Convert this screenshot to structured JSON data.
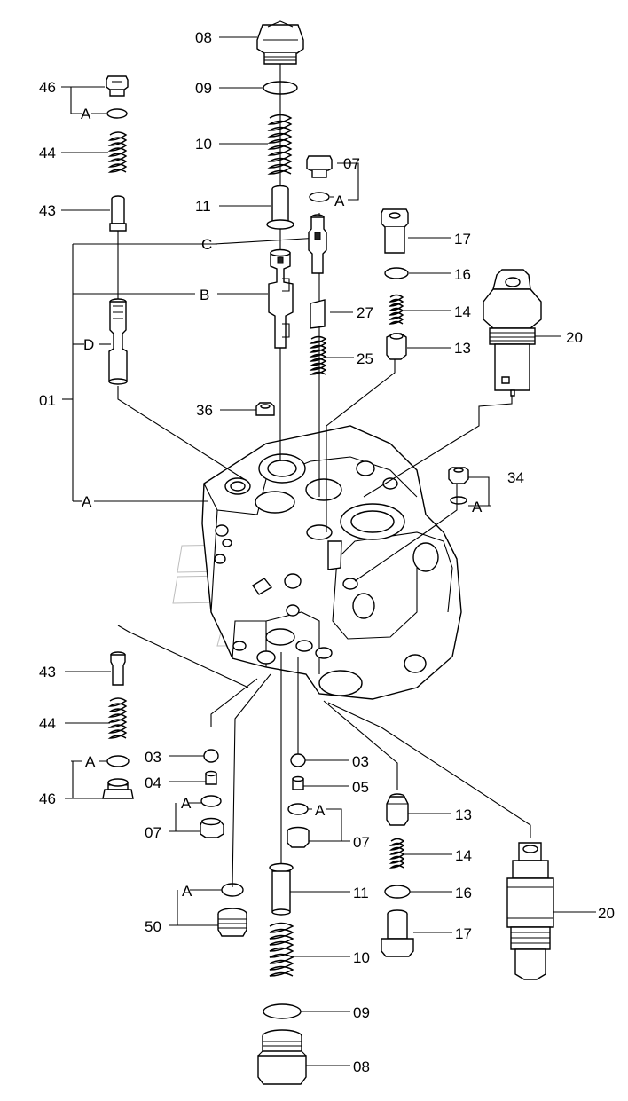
{
  "labels": {
    "l08_top": "08",
    "l09_top": "09",
    "l10_top": "10",
    "l11_top": "11",
    "l46_top": "46",
    "lA_46_top": "A",
    "l44_top": "44",
    "l43_top": "43",
    "l07_top": "07",
    "lA_07_top": "A",
    "lC": "C",
    "lB": "B",
    "lD": "D",
    "l01": "01",
    "lA_01": "A",
    "l17_top": "17",
    "l16_top": "16",
    "l14_top": "14",
    "l13_top": "13",
    "l27": "27",
    "l25": "25",
    "l20_top": "20",
    "l36": "36",
    "l34": "34",
    "lA_34": "A",
    "l43_bot": "43",
    "l44_bot": "44",
    "l46_bot": "46",
    "lA_46_bot": "A",
    "l03_left": "03",
    "l04": "04",
    "l07_left": "07",
    "lA_07_left": "A",
    "l50": "50",
    "lA_50": "A",
    "l03_right": "03",
    "l05": "05",
    "l07_right": "07",
    "lA_07_right": "A",
    "l13_bot": "13",
    "l14_bot": "14",
    "l16_bot": "16",
    "l17_bot": "17",
    "l20_bot": "20",
    "l11_bot": "11",
    "l10_bot": "10",
    "l09_bot": "09",
    "l08_bot": "08"
  }
}
